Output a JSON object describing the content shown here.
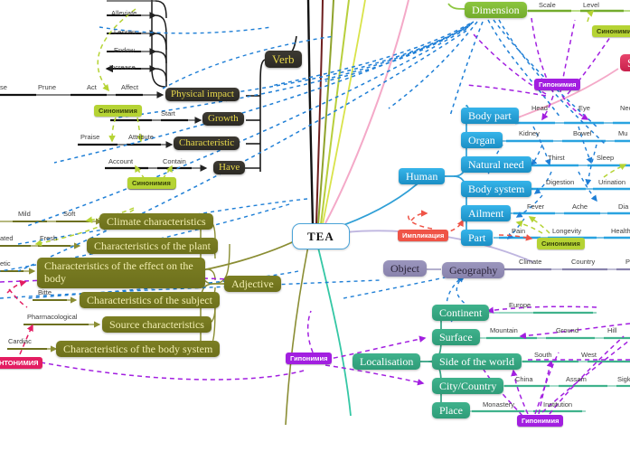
{
  "central": {
    "label": "TEA"
  },
  "branches": {
    "verb": {
      "label": "Verb",
      "children": [
        {
          "label": "Physical impact"
        },
        {
          "label": "Growth"
        },
        {
          "label": "Characteristic"
        },
        {
          "label": "Have"
        }
      ],
      "leaves_stack": [
        "Alleviate",
        "Lessen",
        "Endow",
        "Increase"
      ],
      "leaves_impact": [
        "se",
        "Prune",
        "Act",
        "Affect"
      ],
      "leaves_growth": [
        "Grow",
        "Start"
      ],
      "leaves_characteristic": [
        "Praise",
        "Attribute"
      ],
      "leaves_have": [
        "Account",
        "Contain"
      ]
    },
    "adjective": {
      "label": "Adjective",
      "children": [
        {
          "label": "Climate characteristics",
          "leaves": [
            "Mild",
            "Soft"
          ]
        },
        {
          "label": "Characteristics of the plant",
          "leaves": [
            "ated",
            "Fresh"
          ]
        },
        {
          "label": "Characteristics of the effect on the body",
          "leaves": [
            "etic"
          ]
        },
        {
          "label": "Characteristics of the subject",
          "leaves": [
            "Bitte"
          ]
        },
        {
          "label": "Source characteristics",
          "leaves": [
            "Pharmacological"
          ]
        },
        {
          "label": "Characteristics of the body system",
          "leaves": [
            "Cardiac"
          ]
        }
      ]
    },
    "human": {
      "label": "Human",
      "children": [
        {
          "label": "Body part",
          "leaves": [
            "Head",
            "Eye",
            "Nec"
          ]
        },
        {
          "label": "Organ",
          "leaves": [
            "Kidney",
            "Bowel",
            "Mu"
          ]
        },
        {
          "label": "Natural need",
          "leaves": [
            "Thirst",
            "Sleep"
          ]
        },
        {
          "label": "Body system",
          "leaves": [
            "Digestion",
            "Urination"
          ]
        },
        {
          "label": "Ailment",
          "leaves": [
            "Fever",
            "Ache",
            "Dia"
          ]
        },
        {
          "label": "Part",
          "leaves": [
            "Pain",
            "Longevity",
            "Health"
          ]
        }
      ]
    },
    "object": {
      "label": "Object",
      "child": {
        "label": "Geography",
        "leaves": [
          "Climate",
          "Country",
          "P"
        ]
      }
    },
    "localisation": {
      "label": "Localisation",
      "children": [
        {
          "label": "Continent",
          "leaves": [
            "Europe"
          ]
        },
        {
          "label": "Surface",
          "leaves": [
            "Mountain",
            "Ground",
            "Hill"
          ]
        },
        {
          "label": "Side of the world",
          "leaves": [
            "South",
            "West"
          ]
        },
        {
          "label": "City/Country",
          "leaves": [
            "China",
            "Assam",
            "Sigk"
          ]
        },
        {
          "label": "Place",
          "leaves": [
            "Monastery",
            "Institution"
          ]
        }
      ]
    },
    "dimension": {
      "label": "Dimension",
      "leaves": [
        "Scale",
        "Level"
      ]
    },
    "cropped_right": {
      "label": "S"
    }
  },
  "relation_tags": [
    {
      "id": "syn-verb-top",
      "label": "Синонимия",
      "style": "lime"
    },
    {
      "id": "syn-verb-bot",
      "label": "Синонимия",
      "style": "lime"
    },
    {
      "id": "syn-adj",
      "label": "Синонимия",
      "style": "lime"
    },
    {
      "id": "syn-human",
      "label": "Синонимия",
      "style": "lime"
    },
    {
      "id": "syn-dimension",
      "label": "Синонимия",
      "style": "lime"
    },
    {
      "id": "hyp-top",
      "label": "Гипонимия",
      "style": "purple"
    },
    {
      "id": "hyp-adj",
      "label": "Гипонимия",
      "style": "purple"
    },
    {
      "id": "hyp-loc",
      "label": "Гипонимия",
      "style": "purple"
    },
    {
      "id": "imp-human",
      "label": "Импликация",
      "style": "red"
    },
    {
      "id": "ant-left",
      "label": "НТОНИМИЯ",
      "style": "pink"
    }
  ],
  "colors": {
    "central_border": "#4aa3d8",
    "verb": "#2b2924",
    "verb_text": "#e8d94a",
    "adjective": "#6d701c",
    "human": "#1b8fc4",
    "localisation": "#2f9c78",
    "object": "#8882ac",
    "dimension": "#73ab2c",
    "synonymy": "#b5d334",
    "hyponymy": "#a21fe0",
    "implication": "#ef5447",
    "antonymy": "#e31d62"
  }
}
